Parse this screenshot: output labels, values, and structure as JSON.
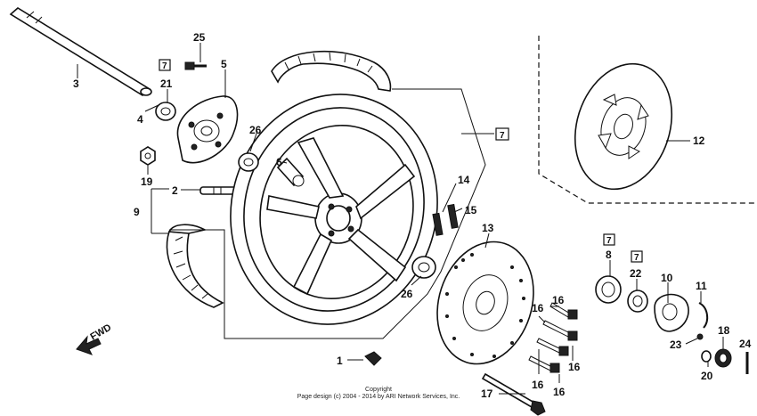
{
  "callouts": [
    {
      "id": "c3",
      "text": "3"
    },
    {
      "id": "c4",
      "text": "4"
    },
    {
      "id": "c21",
      "text": "21"
    },
    {
      "id": "c25",
      "text": "25"
    },
    {
      "id": "c5",
      "text": "5"
    },
    {
      "id": "c19",
      "text": "19"
    },
    {
      "id": "c2",
      "text": "2"
    },
    {
      "id": "c9",
      "text": "9"
    },
    {
      "id": "c26a",
      "text": "26"
    },
    {
      "id": "c6",
      "text": "6"
    },
    {
      "id": "c7",
      "text": "7"
    },
    {
      "id": "c14",
      "text": "14"
    },
    {
      "id": "c15",
      "text": "15"
    },
    {
      "id": "c13",
      "text": "13"
    },
    {
      "id": "c26b",
      "text": "26"
    },
    {
      "id": "c12",
      "text": "12"
    },
    {
      "id": "c1",
      "text": "1"
    },
    {
      "id": "c16a",
      "text": "16"
    },
    {
      "id": "c16b",
      "text": "16"
    },
    {
      "id": "c16c",
      "text": "16"
    },
    {
      "id": "c16d",
      "text": "16"
    },
    {
      "id": "c16e",
      "text": "16"
    },
    {
      "id": "c17",
      "text": "17"
    },
    {
      "id": "c8",
      "text": "8"
    },
    {
      "id": "c22",
      "text": "22"
    },
    {
      "id": "c10",
      "text": "10"
    },
    {
      "id": "c11",
      "text": "11"
    },
    {
      "id": "c23",
      "text": "23"
    },
    {
      "id": "c18",
      "text": "18"
    },
    {
      "id": "c20",
      "text": "20"
    },
    {
      "id": "c24",
      "text": "24"
    }
  ],
  "boxed_marks": [
    {
      "id": "b21",
      "text": "7"
    },
    {
      "id": "b7",
      "text": "7"
    },
    {
      "id": "b8",
      "text": "7"
    },
    {
      "id": "b22",
      "text": "7"
    }
  ],
  "fwd_label": "FWD",
  "copyright": {
    "line1": "Copyright",
    "line2": "Page design (c) 2004 - 2014 by ARI Network Services, Inc."
  }
}
